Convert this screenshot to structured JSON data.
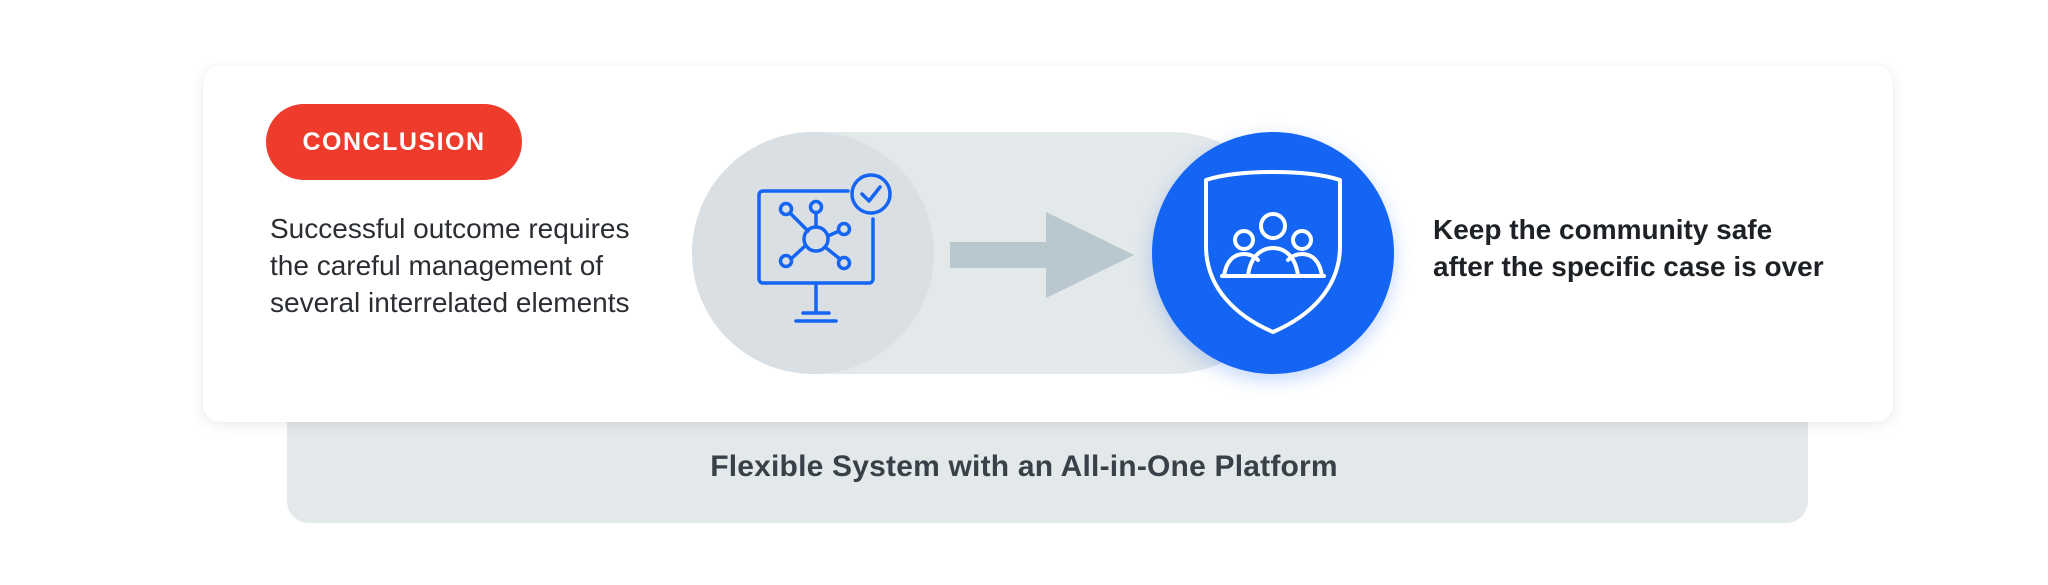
{
  "badge": {
    "label": "CONCLUSION"
  },
  "description": {
    "lines": [
      "Successful outcome requires",
      "the careful management of",
      "several interrelated elements"
    ]
  },
  "result": {
    "lines": [
      "Keep the community safe",
      "after the specific case is over"
    ]
  },
  "footer": {
    "label": "Flexible System with an All-in-One Platform"
  },
  "icons": {
    "left": "monitor-network-check-icon",
    "arrow": "arrow-right-icon",
    "right": "shield-community-icon"
  },
  "colors": {
    "badge": "#ee3b2b",
    "accent_blue": "#1565f5",
    "panel_grey": "#e3e8ea",
    "arrow_grey": "#b9c8ce"
  }
}
